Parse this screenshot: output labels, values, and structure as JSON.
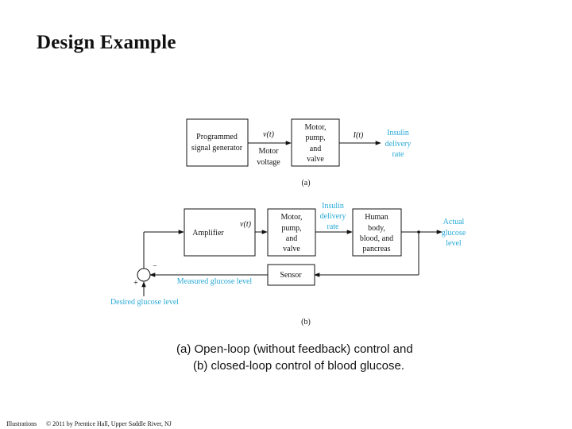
{
  "slide": {
    "title": "Design Example"
  },
  "diagram_a": {
    "generator": [
      "Programmed",
      "signal generator"
    ],
    "signal": "v(t)",
    "signal_name": [
      "Motor",
      "voltage"
    ],
    "plant": [
      "Motor,",
      "pump,",
      "and",
      "valve"
    ],
    "output_signal": "I(t)",
    "output_name": [
      "Insulin",
      "delivery",
      "rate"
    ],
    "label": "(a)"
  },
  "diagram_b": {
    "amplifier": "Amplifier",
    "signal": "v(t)",
    "plant": [
      "Motor,",
      "pump,",
      "and",
      "valve"
    ],
    "delivery": [
      "Insulin",
      "delivery",
      "rate"
    ],
    "body": [
      "Human",
      "body,",
      "blood, and",
      "pancreas"
    ],
    "actual": [
      "Actual",
      "glucose",
      "level"
    ],
    "sensor": "Sensor",
    "measured": "Measured glucose level",
    "desired": "Desired glucose level",
    "minus": "−",
    "plus": "+",
    "label": "(b)"
  },
  "caption": {
    "line1": "(a) Open-loop (without feedback) control and",
    "line2": "(b) closed-loop control of blood glucose."
  },
  "footer": {
    "left": "Illustrations",
    "right": "© 2011 by Prentice Hall, Upper Saddle River, NJ"
  },
  "colors": {
    "accent_cyan": "#27a9d6"
  }
}
